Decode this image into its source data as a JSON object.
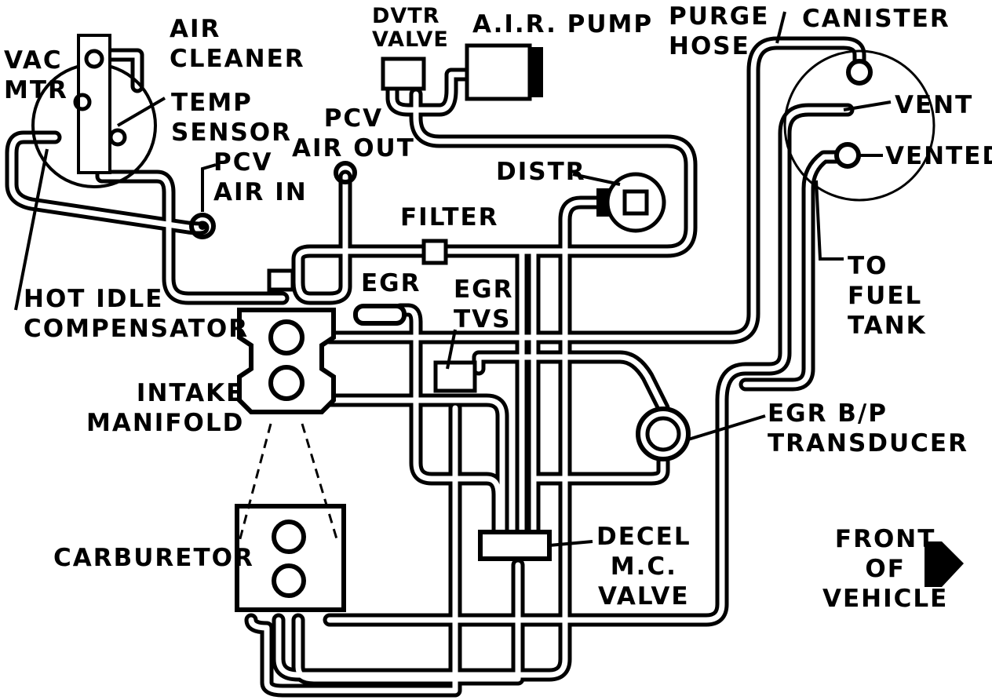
{
  "labels": {
    "vac_mtr": [
      "VAC",
      "MTR"
    ],
    "air_cleaner": [
      "AIR",
      "CLEANER"
    ],
    "temp_sensor": [
      "TEMP",
      "SENSOR"
    ],
    "pcv_air_in": [
      "PCV",
      "AIR IN"
    ],
    "pcv_air_out": [
      "PCV",
      "AIR OUT"
    ],
    "dvtr_valve": [
      "DVTR",
      "VALVE"
    ],
    "air_pump": "A.I.R. PUMP",
    "purge_hose": [
      "PURGE",
      "HOSE"
    ],
    "canister": "CANISTER",
    "vent": "VENT",
    "vented": "VENTED",
    "distr": "DISTR",
    "filter": "FILTER",
    "to_fuel_tank": [
      "TO",
      "FUEL",
      "TANK"
    ],
    "hot_idle_compensator": [
      "HOT IDLE",
      "COMPENSATOR"
    ],
    "egr": "EGR",
    "egr_tvs": [
      "EGR",
      "TVS"
    ],
    "intake_manifold": [
      "INTAKE",
      "MANIFOLD"
    ],
    "egr_bp_transducer": [
      "EGR B/P",
      "TRANSDUCER"
    ],
    "carburetor": "CARBURETOR",
    "decel_mc_valve": [
      "DECEL",
      "M.C.",
      "VALVE"
    ],
    "front_of_vehicle": [
      "FRONT",
      "OF",
      "VEHICLE"
    ]
  },
  "colors": {
    "line": "#000000",
    "background": "#ffffff"
  }
}
